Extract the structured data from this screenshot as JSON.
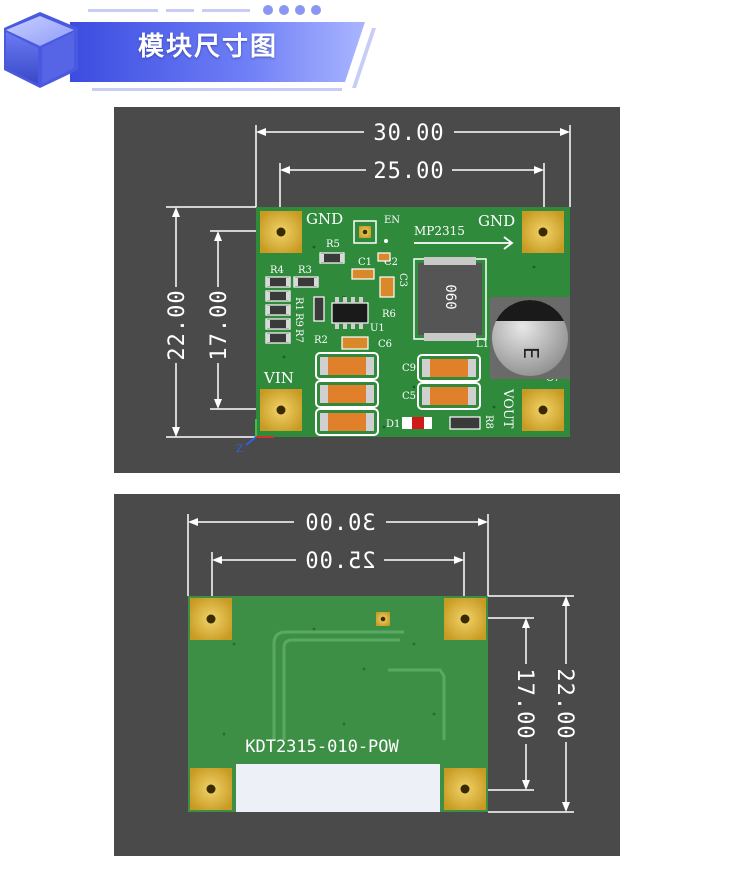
{
  "header": {
    "title": "模块尺寸图"
  },
  "top_view": {
    "dimensions": {
      "outer_width": "30.00",
      "pad_width": "25.00",
      "outer_height": "22.00",
      "pad_height": "17.00"
    },
    "silkscreen": {
      "gnd_left": "GND",
      "gnd_right": "GND",
      "en": "EN",
      "chip": "MP2315",
      "vin": "VIN",
      "vout": "VOUT",
      "inductor_code": "060",
      "cap_marking": "E",
      "r5": "R5",
      "c1": "C1",
      "c2": "C2",
      "c3": "C3",
      "r4": "R4",
      "r3": "R3",
      "r1": "R1",
      "r9": "R9",
      "r7": "R7",
      "r2": "R2",
      "r6": "R6",
      "u1": "U1",
      "c6": "C6",
      "l1": "L1",
      "c9": "C9",
      "c5": "C5",
      "c7": "C7",
      "d1": "D1",
      "r8": "R8",
      "axis_z": "Z"
    }
  },
  "bottom_view": {
    "dimensions": {
      "outer_width": "30.00",
      "pad_width": "25.00",
      "outer_height": "22.00",
      "pad_height": "17.00"
    },
    "label": "KDT2315-010-POW"
  },
  "colors": {
    "pcb_green": "#2f8a3c",
    "pad_gold": "#d9b13a",
    "panel_gray": "#4a4a4a",
    "banner_blue": "#5b6cf0"
  }
}
